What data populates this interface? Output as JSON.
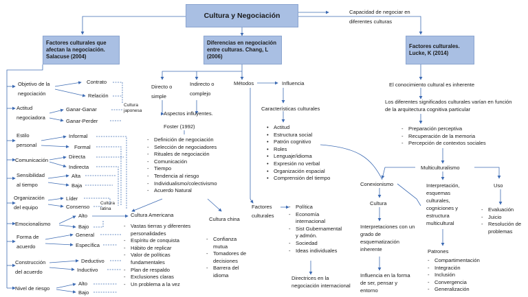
{
  "title": "Cultura y Negociación",
  "capacidad": "Capacidad de negociar en diferentes culturas",
  "col1": {
    "header": "Factores culturales que afectan la negociación. Salacuse (2004)",
    "factors": [
      {
        "label": "Objetivo de la negociación",
        "options": [
          "Contrato",
          "Relación"
        ]
      },
      {
        "label": "Actitud negociadora",
        "options": [
          "Ganar-Ganar",
          "Ganar-Perder"
        ]
      },
      {
        "label": "Estilo personal",
        "options": [
          "Informal",
          "Formal"
        ]
      },
      {
        "label": "Comunicación",
        "options": [
          "Directa",
          "Indirecta"
        ]
      },
      {
        "label": "Sensibilidad al tiempo",
        "options": [
          "Alta",
          "Baja"
        ]
      },
      {
        "label": "Organización del equipo",
        "options": [
          "Líder",
          "Consenso"
        ]
      },
      {
        "label": "Emocionalismo",
        "options": [
          "Alto",
          "Bajo"
        ]
      },
      {
        "label": "Forma de acuerdo",
        "options": [
          "General",
          "Específica"
        ]
      },
      {
        "label": "Construcción del acuerdo",
        "options": [
          "Deductivo",
          "Inductivo"
        ]
      },
      {
        "label": "Nivel de riesgo",
        "options": [
          "Alto",
          "Bajo"
        ]
      }
    ],
    "cultura_japonesa": "Cultura japonesa",
    "cultura_latina": "Cultura latina",
    "cultura_americana": "Cultura Americana",
    "americana_items": [
      "Vastas tierras y diferentes personalidades",
      "Espíritu de conquista",
      "Hábito de replicar",
      "Valor de políticas fundamentales",
      "Plan de respaldo",
      "Exclusiones claras",
      "Un problema a la vez"
    ]
  },
  "col2": {
    "header": "Diferencias en negociación entre culturas. Chang, L (2006)",
    "directo": "Directo o simple",
    "indirecto": "Indirecto o complejo",
    "metodos": "Métodos",
    "influencia": "Influencia",
    "aspectos": "Aspectos influyentes.",
    "foster": "Foster (1992)",
    "foster_items": [
      "Definición de negociación",
      "Selección de negociadores",
      "Rituales de negociación",
      "Comunicación",
      "Tiempo",
      "Tendencia al riesgo",
      "Individualismo/colectivismo",
      "Acuerdo Natural"
    ],
    "caracteristicas": "Características culturales",
    "caract_items": [
      "Actitud",
      "Estructura social",
      "Patrón cognitivo",
      "Roles",
      "Lenguaje/idioma",
      "Expresión no verbal",
      "Organización espacial",
      "Comprensión del tiempo"
    ],
    "factores_culturales": "Factores culturales",
    "factores_items": [
      "Política",
      "Economía internacional",
      "Sist Gubernamental y admón.",
      "Sociedad",
      "Ideas individuales"
    ],
    "directrices": "Directrices en la negociación internacional",
    "cultura_china": "Cultura china",
    "china_items": [
      "Confianza mutua",
      "Tomadores de decisiones",
      "Barrera del idioma"
    ]
  },
  "col3": {
    "header": "Factores culturales. Lucke, K (2014)",
    "conocimiento": "El conocimiento cultural es inherente",
    "significados": "Los diferentes significados culturales varían en función de la arquitectura cognitiva particular",
    "prep_items": [
      "Preparación perceptiva",
      "Recuperación de la memoria",
      "Percepción de contextos sociales"
    ],
    "multiculturalismo": "Multiculturalismo",
    "conexionismo": "Conexionismo",
    "interpretacion": "Interpretación, esquemas culturales, cogniciones y estructura multicultural",
    "uso": "Uso",
    "uso_items": [
      "Evaluación",
      "Juicio",
      "Resolución de problemas"
    ],
    "cultura": "Cultura",
    "interpretaciones": "Interpretaciones con un grado de esquematización inherente",
    "influencia_forma": "Influencia en la forma de ser, pensar y entorno",
    "patrones": "Patrones",
    "patrones_items": [
      "Compartimentación",
      "Integración",
      "Inclusión",
      "Convergencia",
      "Generalización"
    ]
  }
}
